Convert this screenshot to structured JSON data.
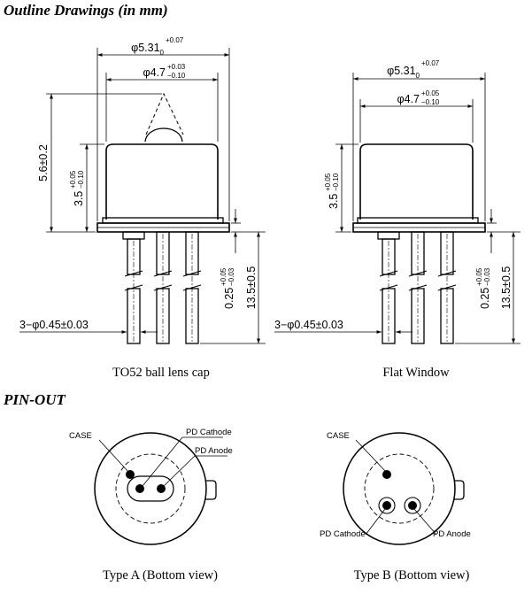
{
  "headings": {
    "outline": "Outline Drawings (in mm)",
    "pinout": "PIN-OUT"
  },
  "drawings": {
    "left": {
      "caption": "TO52 ball lens cap",
      "outer_dia": {
        "base": "φ5.31",
        "sub": "0",
        "sup": "+0.07"
      },
      "inner_dia": {
        "base": "φ4.7",
        "sup": "+0.03",
        "sub": "−0.10"
      },
      "height_total": "5.6±0.2",
      "height_cap": {
        "base": "3.5",
        "sup": "+0.05",
        "sub": "−0.10"
      },
      "flange": {
        "base": "0.25",
        "sup": "+0.05",
        "sub": "−0.03"
      },
      "lead_length": "13.5±0.5",
      "lead_dia": "3−φ0.45±0.03"
    },
    "right": {
      "caption": "Flat Window",
      "outer_dia": {
        "base": "φ5.31",
        "sub": "0",
        "sup": "+0.07"
      },
      "inner_dia": {
        "base": "φ4.7",
        "sup": "+0.05",
        "sub": "−0.10"
      },
      "height_cap": {
        "base": "3.5",
        "sup": "+0.05",
        "sub": "−0.10"
      },
      "flange": {
        "base": "0.25",
        "sup": "+0.05",
        "sub": "−0.03"
      },
      "lead_length": "13.5±0.5",
      "lead_dia": "3−φ0.45±0.03"
    }
  },
  "pinout": {
    "type_a": {
      "caption": "Type A (Bottom view)",
      "labels": {
        "case": "CASE",
        "cathode": "PD Cathode",
        "anode": "PD Anode"
      }
    },
    "type_b": {
      "caption": "Type B (Bottom view)",
      "labels": {
        "case": "CASE",
        "cathode": "PD Cathode",
        "anode": "PD Anode"
      }
    }
  }
}
